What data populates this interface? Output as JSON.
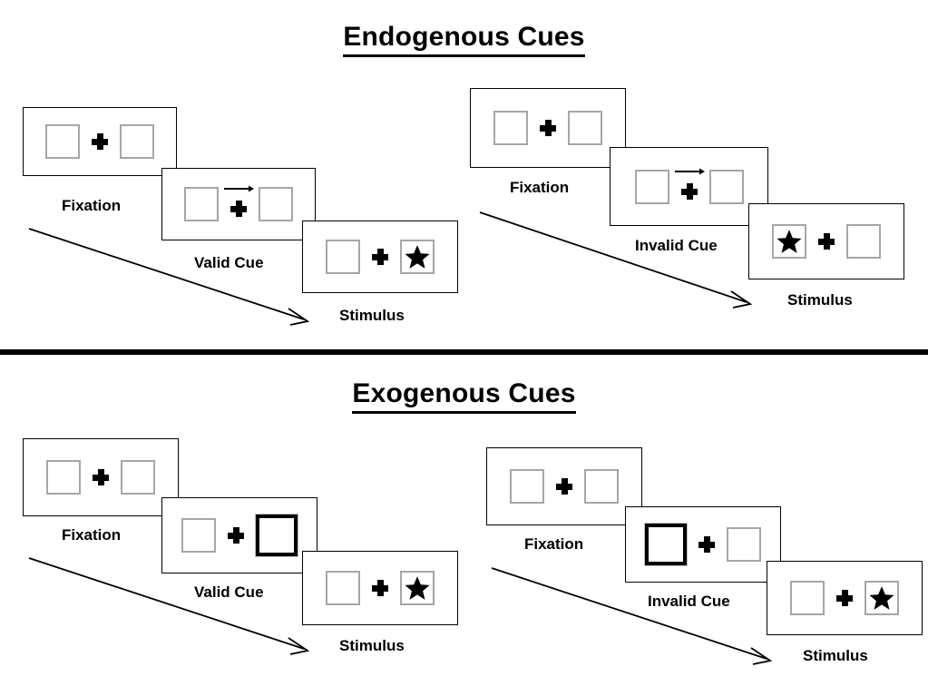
{
  "figure": {
    "sections": [
      {
        "id": "endogenous",
        "title": "Endogenous Cues",
        "cue_type": "arrow",
        "columns": [
          {
            "id": "endogenous-valid",
            "cue_label": "Valid Cue",
            "cue_direction": "right",
            "frames": [
              {
                "name": "fixation",
                "caption": "Fixation",
                "left_box": "empty",
                "right_box": "empty",
                "arrow": "none"
              },
              {
                "name": "cue",
                "caption": "Valid Cue",
                "left_box": "empty",
                "right_box": "empty",
                "arrow": "right"
              },
              {
                "name": "stimulus",
                "caption": "Stimulus",
                "left_box": "empty",
                "right_box": "star",
                "arrow": "none"
              }
            ]
          },
          {
            "id": "endogenous-invalid",
            "cue_label": "Invalid Cue",
            "cue_direction": "right",
            "frames": [
              {
                "name": "fixation",
                "caption": "Fixation",
                "left_box": "empty",
                "right_box": "empty",
                "arrow": "none"
              },
              {
                "name": "cue",
                "caption": "Invalid Cue",
                "left_box": "empty",
                "right_box": "empty",
                "arrow": "right"
              },
              {
                "name": "stimulus",
                "caption": "Stimulus",
                "left_box": "star",
                "right_box": "empty",
                "arrow": "none"
              }
            ]
          }
        ]
      },
      {
        "id": "exogenous",
        "title": "Exogenous Cues",
        "cue_type": "box-highlight",
        "columns": [
          {
            "id": "exogenous-valid",
            "cue_label": "Valid Cue",
            "cue_direction": "right",
            "frames": [
              {
                "name": "fixation",
                "caption": "Fixation",
                "left_box": "empty",
                "right_box": "empty",
                "arrow": "none"
              },
              {
                "name": "cue",
                "caption": "Valid Cue",
                "left_box": "empty",
                "right_box": "cued",
                "arrow": "none"
              },
              {
                "name": "stimulus",
                "caption": "Stimulus",
                "left_box": "empty",
                "right_box": "star",
                "arrow": "none"
              }
            ]
          },
          {
            "id": "exogenous-invalid",
            "cue_label": "Invalid Cue",
            "cue_direction": "left",
            "frames": [
              {
                "name": "fixation",
                "caption": "Fixation",
                "left_box": "empty",
                "right_box": "empty",
                "arrow": "none"
              },
              {
                "name": "cue",
                "caption": "Invalid Cue",
                "left_box": "cued",
                "right_box": "empty",
                "arrow": "none"
              },
              {
                "name": "stimulus",
                "caption": "Stimulus",
                "left_box": "empty",
                "right_box": "star",
                "arrow": "none"
              }
            ]
          }
        ]
      }
    ],
    "captions": {
      "fixation": "Fixation",
      "valid_cue": "Valid Cue",
      "invalid_cue": "Invalid Cue",
      "stimulus": "Stimulus"
    },
    "colors": {
      "box_border": "#a6a6a6",
      "cued_box_border": "#000000",
      "panel_border": "#000000",
      "ink": "#000000",
      "background": "#ffffff",
      "divider": "#000000"
    }
  }
}
